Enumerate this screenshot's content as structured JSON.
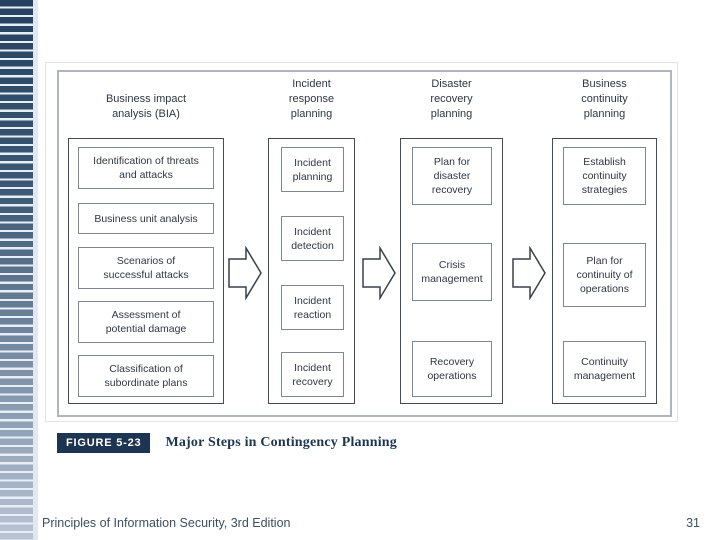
{
  "figure": {
    "caption_badge": "FIGURE 5-23",
    "caption_title": "Major Steps in Contingency Planning",
    "columns": [
      {
        "header": "Business impact\nanalysis (BIA)",
        "steps": [
          "Identification of threats\nand attacks",
          "Business unit analysis",
          "Scenarios of\nsuccessful attacks",
          "Assessment of\npotential damage",
          "Classification of\nsubordinate plans"
        ]
      },
      {
        "header": "Incident\nresponse\nplanning",
        "steps": [
          "Incident\nplanning",
          "Incident\ndetection",
          "Incident\nreaction",
          "Incident\nrecovery"
        ]
      },
      {
        "header": "Disaster\nrecovery\nplanning",
        "steps": [
          "Plan for\ndisaster\nrecovery",
          "Crisis\nmanagement",
          "Recovery\noperations"
        ]
      },
      {
        "header": "Business\ncontinuity\nplanning",
        "steps": [
          "Establish\ncontinuity\nstrategies",
          "Plan for\ncontinuity of\noperations",
          "Continuity\nmanagement"
        ]
      }
    ],
    "arrow_icon": "block-arrow-right"
  },
  "footer": {
    "left": "Principles of Information Security, 3rd Edition",
    "page_number": "31"
  },
  "colors": {
    "accent_navy": "#1d3553",
    "sidebar_gradient_top": "#24425f",
    "sidebar_gradient_bottom": "#b9c4d4",
    "frame_gray": "#b0b5bb",
    "box_border_dark": "#434b56",
    "step_border": "#7e8791",
    "text": "#2e3742"
  }
}
